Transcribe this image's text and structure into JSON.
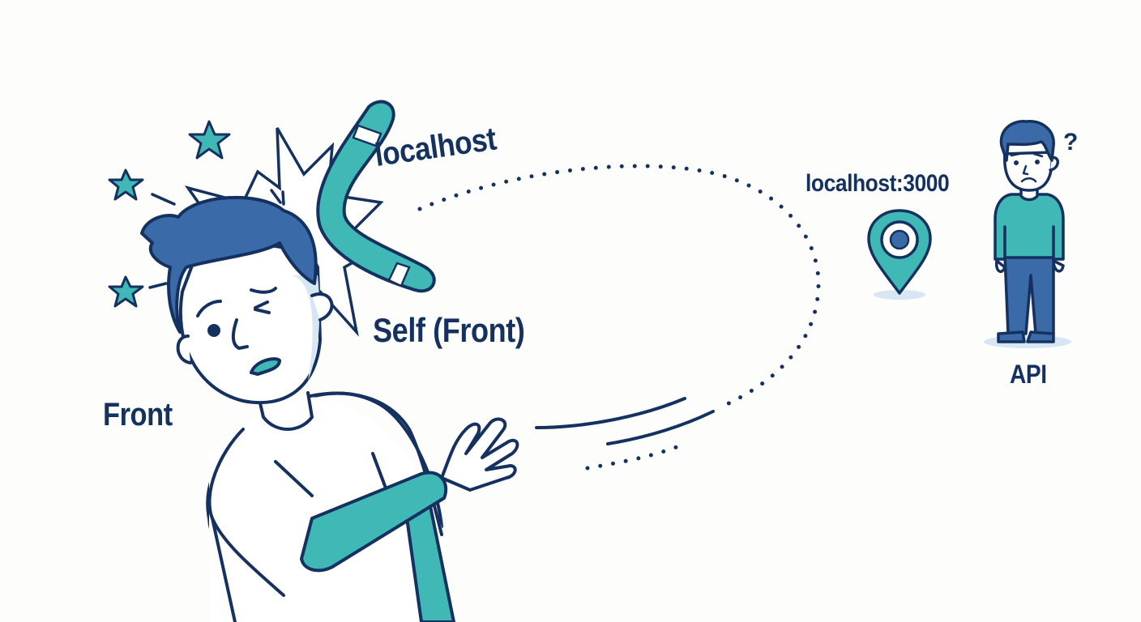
{
  "labels": {
    "boomerang_origin": "localhost",
    "self": "Self (Front)",
    "front": "Front",
    "target_address": "localhost:3000",
    "api": "API"
  },
  "icons": {
    "location_pin": "map-pin-icon",
    "question": "?"
  },
  "colors": {
    "outline": "#14315f",
    "hair": "#3b6aa8",
    "teal": "#3fb8b6",
    "shadow": "#d6e6f3",
    "background": "#fdfdfc"
  }
}
